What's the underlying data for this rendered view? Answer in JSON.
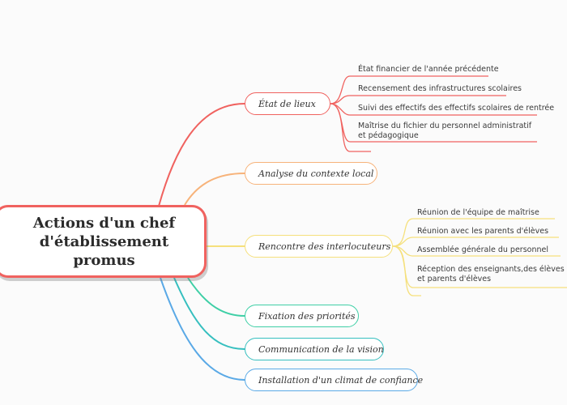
{
  "root": {
    "title": "Actions d'un chef d'établissement promus"
  },
  "colors": {
    "red": "#f0625f",
    "orange": "#f7b37a",
    "yellow": "#f5e07c",
    "green": "#3fcfa6",
    "teal": "#36bfbf",
    "blue": "#5aa9e6"
  },
  "branches": [
    {
      "label": "État de lieux",
      "children": [
        "État financier de l'année précédente",
        "Recensement des infrastructures scolaires",
        "Suivi des effectifs des effectifs scolaires de rentrée",
        "Maîtrise du fichier du personnel administratif et pédagogique"
      ]
    },
    {
      "label": "Analyse du contexte local",
      "children": []
    },
    {
      "label": "Rencontre des interlocuteurs",
      "children": [
        "Réunion de l'équipe de maîtrise",
        "Réunion avec les parents d'élèves",
        "Assemblée générale du personnel",
        "Réception des enseignants,des élèves et  parents d'élèves"
      ]
    },
    {
      "label": "Fixation des priorités",
      "children": []
    },
    {
      "label": "Communication de la vision",
      "children": []
    },
    {
      "label": "Installation d'un climat de confiance",
      "children": []
    }
  ]
}
